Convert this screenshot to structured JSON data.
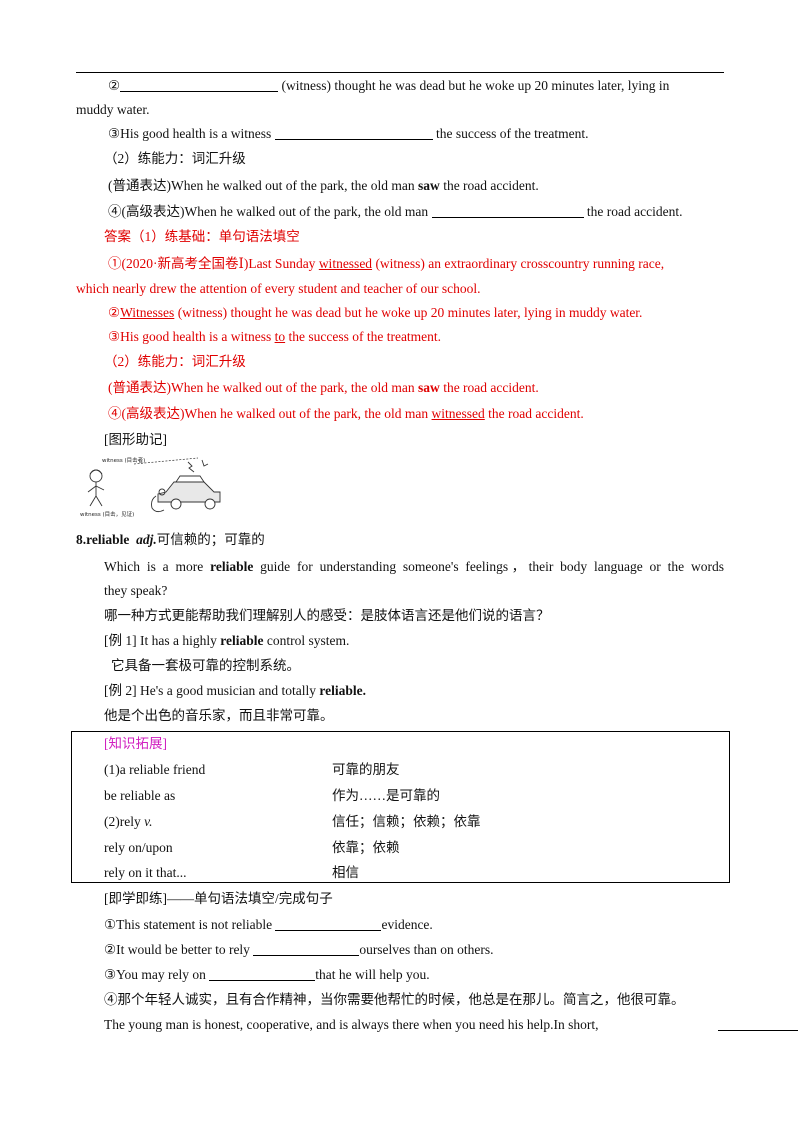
{
  "lines": {
    "l1_num": "②",
    "l1_rest": " (witness) thought he was dead but he woke up 20 minutes later, lying    in",
    "l2": "muddy water.",
    "l3_pre": "③His good health is a witness ",
    "l3_post": " the success of the treatment.",
    "l4": "（2）练能力：词汇升级",
    "l5_pre": "(普通表达)When he walked out of the park, the old man ",
    "l5_bold": "saw",
    "l5_post": "  the road accident.",
    "l6_pre": "④(高级表达)When he walked out of the park, the old man ",
    "l6_post": " the road accident."
  },
  "answer": {
    "heading": "答案（1）练基础：单句语法填空",
    "a1_pre": "①(2020·新高考全国卷Ⅰ)Last Sunday  ",
    "a1_fill": "witnessed",
    "a1_post": "  (witness) an extraordinary crosscountry running race,",
    "a1_cont": "which nearly drew the attention of every student and teacher of our school.",
    "a2_pre": "②",
    "a2_fill": "Witnesses",
    "a2_post": "  (witness) thought he was dead but he woke up 20 minutes later, lying    in muddy water.",
    "a3_pre": "③His good health is a witness  ",
    "a3_fill": "to",
    "a3_post": "  the success of the treatment.",
    "a4": "（2）练能力：词汇升级",
    "a5_pre": "(普通表达)When he walked out of the park, the old man  ",
    "a5_bold": "saw",
    "a5_post": "  the road accident.",
    "a6_pre": "④(高级表达)When he walked out of the park, the old man  ",
    "a6_fill": "witnessed",
    "a6_post": "  the road accident."
  },
  "memo": {
    "label": "[图形助记]",
    "caption_top": "witness (目击者)",
    "caption_bottom": "witness (目击，见证)"
  },
  "entry": {
    "head_num": "8.",
    "head_word": "reliable",
    "head_pos": "adj.",
    "head_meaning": "可信赖的；可靠的",
    "ex_pre": "Which is a more  ",
    "ex_bold": "reliable",
    "ex_post": "  guide for understanding someone's feelings，their body language or the words",
    "ex_cont": "they speak?",
    "ex_cn": "哪一种方式更能帮助我们理解别人的感受：是肢体语言还是他们说的语言？",
    "e1_pre": "[例 1]    It has a highly  ",
    "e1_bold": "reliable",
    "e1_post": "  control system.",
    "e1_cn": "它具备一套极可靠的控制系统。",
    "e2_pre": "[例 2]    He's a good musician and totally  ",
    "e2_bold": "reliable.",
    "e2_cn": "他是个出色的音乐家，而且非常可靠。"
  },
  "box": {
    "title": "[知识拓展]",
    "rows": [
      {
        "en": "(1)a reliable friend",
        "cn": "可靠的朋友"
      },
      {
        "en": "be reliable as",
        "cn": "作为……是可靠的"
      },
      {
        "en_pre": "(2)rely  ",
        "en_it": "v.",
        "cn": "信任；信赖；依赖；依靠"
      },
      {
        "en": "rely on/upon",
        "cn": "依靠；依赖"
      },
      {
        "en": "rely on it that...",
        "cn": "相信"
      }
    ]
  },
  "practice": {
    "title": "[即学即练]——单句语法填空/完成句子",
    "p1_pre": "①This statement is not reliable  ",
    "p1_post": "evidence.",
    "p2_pre": "②It would be better to rely  ",
    "p2_post": "ourselves than on others.",
    "p3_pre": "③You may rely on  ",
    "p3_post": "that he will help you.",
    "p4_cn": "④那个年轻人诚实，且有合作精神，当你需要他帮忙的时候，他总是在那儿。简言之，他很可靠。",
    "p4_en": "The  young  man  is  honest,  cooperative,  and  is  always  there  when  you  need  his  help.In  short,"
  }
}
